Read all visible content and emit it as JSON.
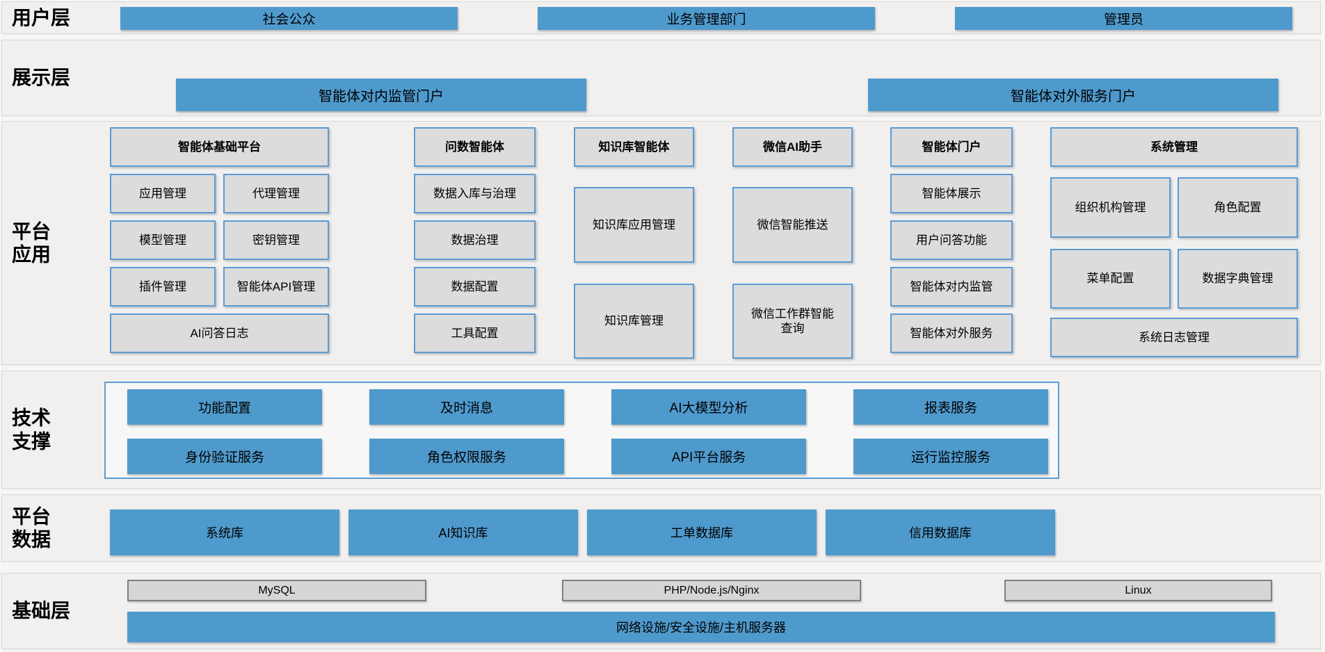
{
  "colors": {
    "accent_blue": "#4f9acd",
    "module_box_fill": "#dcdcdc",
    "module_box_border": "#5b9bd5",
    "infra_box_fill": "#d6d6d6",
    "infra_box_border": "#7f7f7f",
    "band_background": "#f1f0ef"
  },
  "user_layer": {
    "label": "用户层",
    "items": [
      "社会公众",
      "业务管理部门",
      "管理员"
    ]
  },
  "display_layer": {
    "label": "展示层",
    "items": [
      "智能体对内监管门户",
      "智能体对外服务门户"
    ]
  },
  "app_layer": {
    "label": "平台\n应用",
    "columns": [
      {
        "header": "智能体基础平台",
        "rows": [
          [
            "应用管理",
            "代理管理"
          ],
          [
            "模型管理",
            "密钥管理"
          ],
          [
            "插件管理",
            "智能体API管理"
          ]
        ],
        "footer": "AI问答日志"
      },
      {
        "header": "问数智能体",
        "items": [
          "数据入库与治理",
          "数据治理",
          "数据配置",
          "工具配置"
        ]
      },
      {
        "header": "知识库智能体",
        "items": [
          "知识库应用管理",
          "知识库管理"
        ]
      },
      {
        "header": "微信AI助手",
        "items": [
          "微信智能推送",
          "微信工作群智能\n查询"
        ]
      },
      {
        "header": "智能体门户",
        "items": [
          "智能体展示",
          "用户问答功能",
          "智能体对内监管",
          "智能体对外服务"
        ]
      },
      {
        "header": "系统管理",
        "rows": [
          [
            "组织机构管理",
            "角色配置"
          ],
          [
            "菜单配置",
            "数据字典管理"
          ]
        ],
        "footer": "系统日志管理"
      }
    ]
  },
  "tech_layer": {
    "label": "技术\n支撑",
    "rows": [
      [
        "功能配置",
        "及时消息",
        "AI大模型分析",
        "报表服务"
      ],
      [
        "身份验证服务",
        "角色权限服务",
        "API平台服务",
        "运行监控服务"
      ]
    ]
  },
  "data_layer": {
    "label": "平台\n数据",
    "items": [
      "系统库",
      "AI知识库",
      "工单数据库",
      "信用数据库"
    ]
  },
  "infra_layer": {
    "label": "基础层",
    "items": [
      "MySQL",
      "PHP/Node.js/Nginx",
      "Linux"
    ],
    "bar": "网络设施/安全设施/主机服务器"
  }
}
